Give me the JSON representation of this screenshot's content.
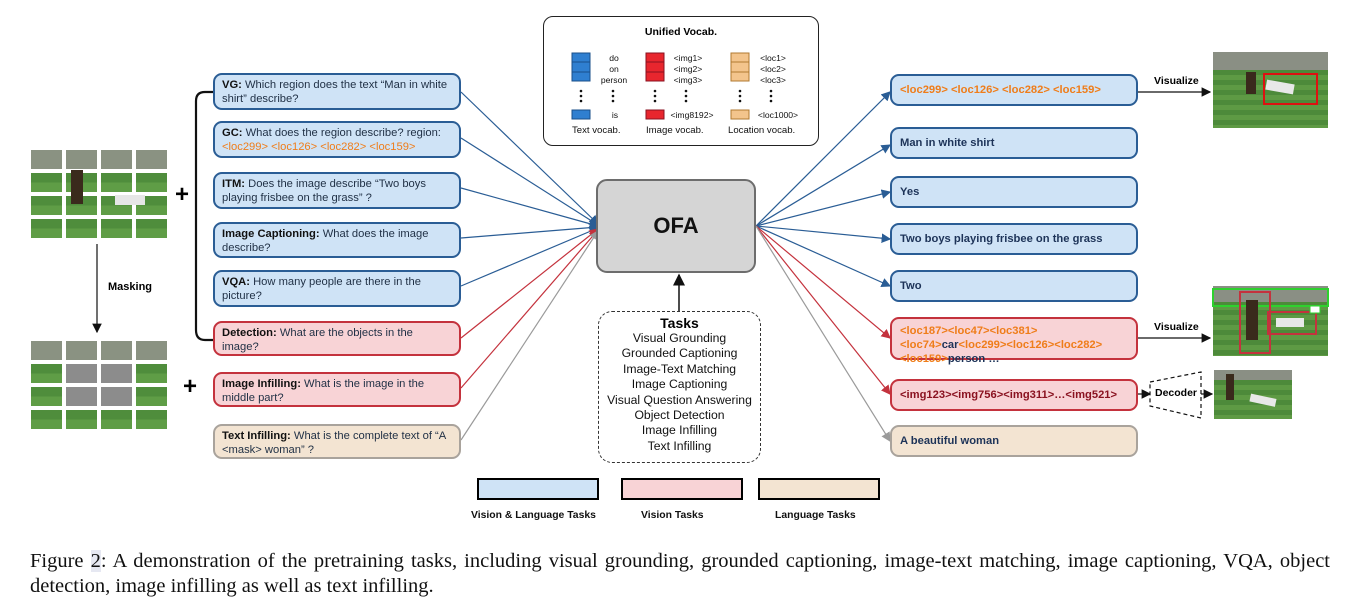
{
  "center_label": "OFA",
  "vocab": {
    "title": "Unified Vocab.",
    "text_tokens": [
      "do",
      "on",
      "person"
    ],
    "text_last": "is",
    "text_label": "Text vocab.",
    "image_tokens": [
      "<img1>",
      "<img2>",
      "<img3>"
    ],
    "image_last": "<img8192>",
    "image_label": "Image vocab.",
    "loc_tokens": [
      "<loc1>",
      "<loc2>",
      "<loc3>"
    ],
    "loc_last": "<loc1000>",
    "loc_label": "Location vocab."
  },
  "left_labels": {
    "plus": "+",
    "masking": "Masking"
  },
  "inputs": [
    {
      "title": "VG:",
      "text": "Which region does the text “Man in white shirt” describe?",
      "kind": "blue"
    },
    {
      "title": "GC:",
      "text": "What does the region describe? region:",
      "extra": "<loc299> <loc126> <loc282> <loc159>",
      "kind": "blue"
    },
    {
      "title": "ITM:",
      "text": "Does the image describe “Two boys playing frisbee on the grass” ?",
      "kind": "blue"
    },
    {
      "title": "Image Captioning:",
      "text": "What does the image describe?",
      "kind": "blue"
    },
    {
      "title": "VQA:",
      "text": "How many people are there in the picture?",
      "kind": "blue"
    },
    {
      "title": "Detection:",
      "text": "What are the objects in the image?",
      "kind": "red"
    },
    {
      "title": "Image Infilling:",
      "text": "What is the image in the middle part?",
      "kind": "red"
    },
    {
      "title": "Text Infilling:",
      "text": "What is the complete text of “A <mask> woman” ?",
      "kind": "tan"
    }
  ],
  "outputs": [
    {
      "text": "<loc299> <loc126> <loc282> <loc159>",
      "kind": "blue"
    },
    {
      "text": "Man in white shirt",
      "kind": "blue"
    },
    {
      "text": "Yes",
      "kind": "blue"
    },
    {
      "text": "Two boys playing frisbee on the grass",
      "kind": "blue"
    },
    {
      "text": "Two",
      "kind": "blue"
    },
    {
      "detection_parts": [
        "<loc187><loc47><loc381><loc74>",
        "car",
        "<loc299><loc126><loc282><loc159>",
        "person",
        " …"
      ],
      "kind": "red"
    },
    {
      "text": "<img123><img756><img311>…<img521>",
      "kind": "red"
    },
    {
      "text": "A beautiful woman",
      "kind": "tan"
    }
  ],
  "right_labels": {
    "visualize_1": "Visualize",
    "visualize_2": "Visualize",
    "decoder": "Decoder"
  },
  "tasks": {
    "title": "Tasks",
    "items": [
      "Visual Grounding",
      "Grounded Captioning",
      "Image-Text Matching",
      "Image Captioning",
      "Visual Question Answering",
      "Object Detection",
      "Image Infilling",
      "Text Infilling"
    ]
  },
  "legend": [
    {
      "label": "Vision & Language Tasks",
      "kind": "blue"
    },
    {
      "label": "Vision Tasks",
      "kind": "red"
    },
    {
      "label": "Language Tasks",
      "kind": "tan"
    }
  ],
  "caption": {
    "prefix": "Figure ",
    "number": "2",
    "text": ": A demonstration of the pretraining tasks, including visual grounding, grounded captioning, image-text matching, image captioning, VQA, object detection, image infilling as well as text infilling."
  },
  "colors": {
    "blue_fill": "#cfe3f6",
    "blue_border": "#2a5d95",
    "red_fill": "#f8d3d6",
    "red_border": "#c4323d",
    "tan_fill": "#f3e4d2",
    "tan_border": "#a9a39c",
    "location_token": "#ef7d1a",
    "text_token": "#2f7fd0",
    "image_token": "#e8262e",
    "loc_vocab": "#f3c48c"
  }
}
